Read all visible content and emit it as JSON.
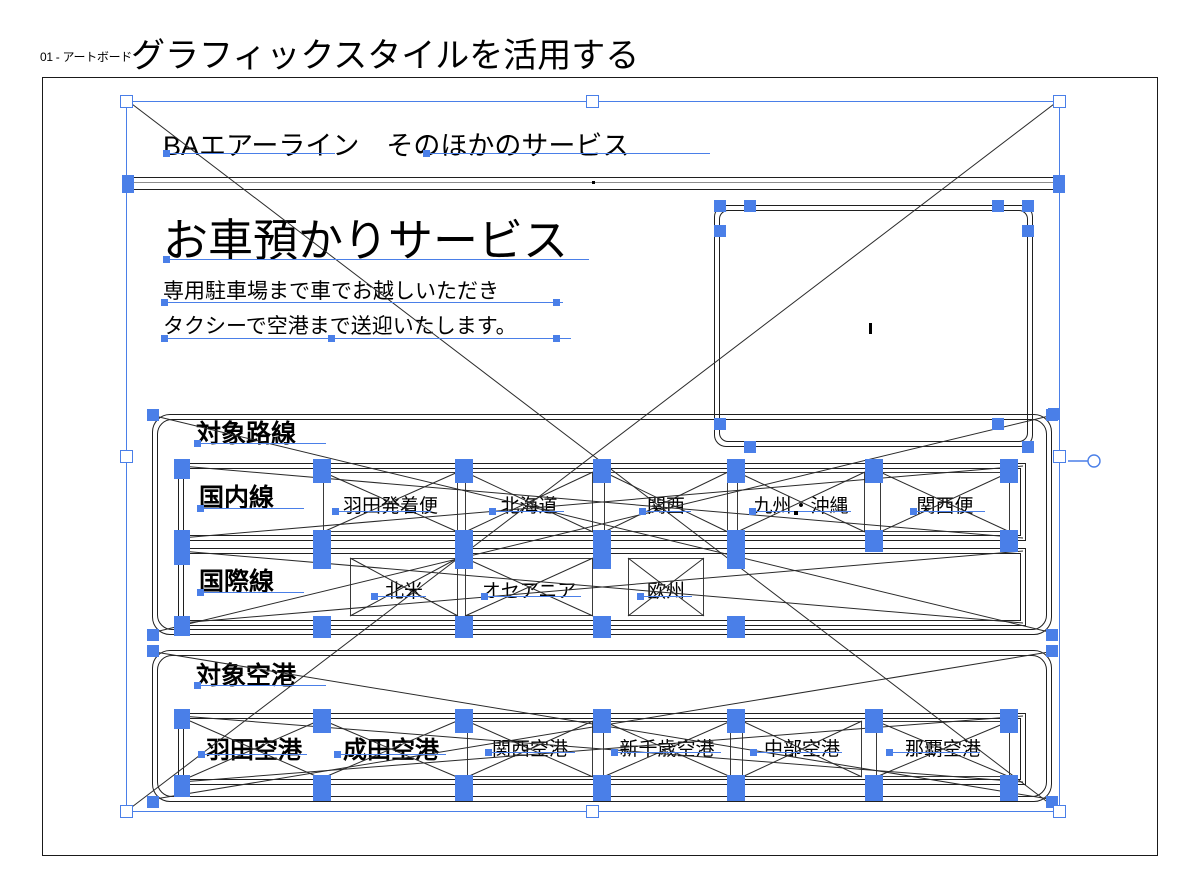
{
  "app": {
    "artboard_label": "01 - アートボード",
    "document_title": "グラフィックスタイルを活用する"
  },
  "artwork": {
    "header_title": "BAエアーライン　そのほかのサービス",
    "hero": {
      "title": "お車預かりサービス",
      "line1": "専用駐車場まで車でお越しいただき",
      "line2": "タクシーで空港まで送迎いたします。"
    },
    "sections": [
      {
        "heading": "対象路線",
        "rows": [
          {
            "label": "国内線",
            "chips": [
              "羽田発着便",
              "北海道",
              "関西",
              "九州・沖縄",
              "関西便"
            ]
          },
          {
            "label": "国際線",
            "chips": [
              "北米",
              "オセアニア",
              "欧州"
            ]
          }
        ]
      },
      {
        "heading": "対象空港",
        "rows": [
          {
            "label": "",
            "chips": [
              "羽田空港",
              "成田空港",
              "関西空港",
              "新千歳空港",
              "中部空港",
              "那覇空港"
            ]
          }
        ]
      }
    ],
    "image_placeholder": {
      "name": "image-frame",
      "caption": ""
    }
  },
  "selection": {
    "color": "#4a7fe8",
    "handle_fill": "#ffffff",
    "anchor_fill": "#4a7fe8",
    "widget": "corner-radius-widget"
  },
  "colors": {
    "stroke": "#1f1f1f",
    "background": "#ffffff",
    "selection_blue": "#4a7fe8"
  }
}
